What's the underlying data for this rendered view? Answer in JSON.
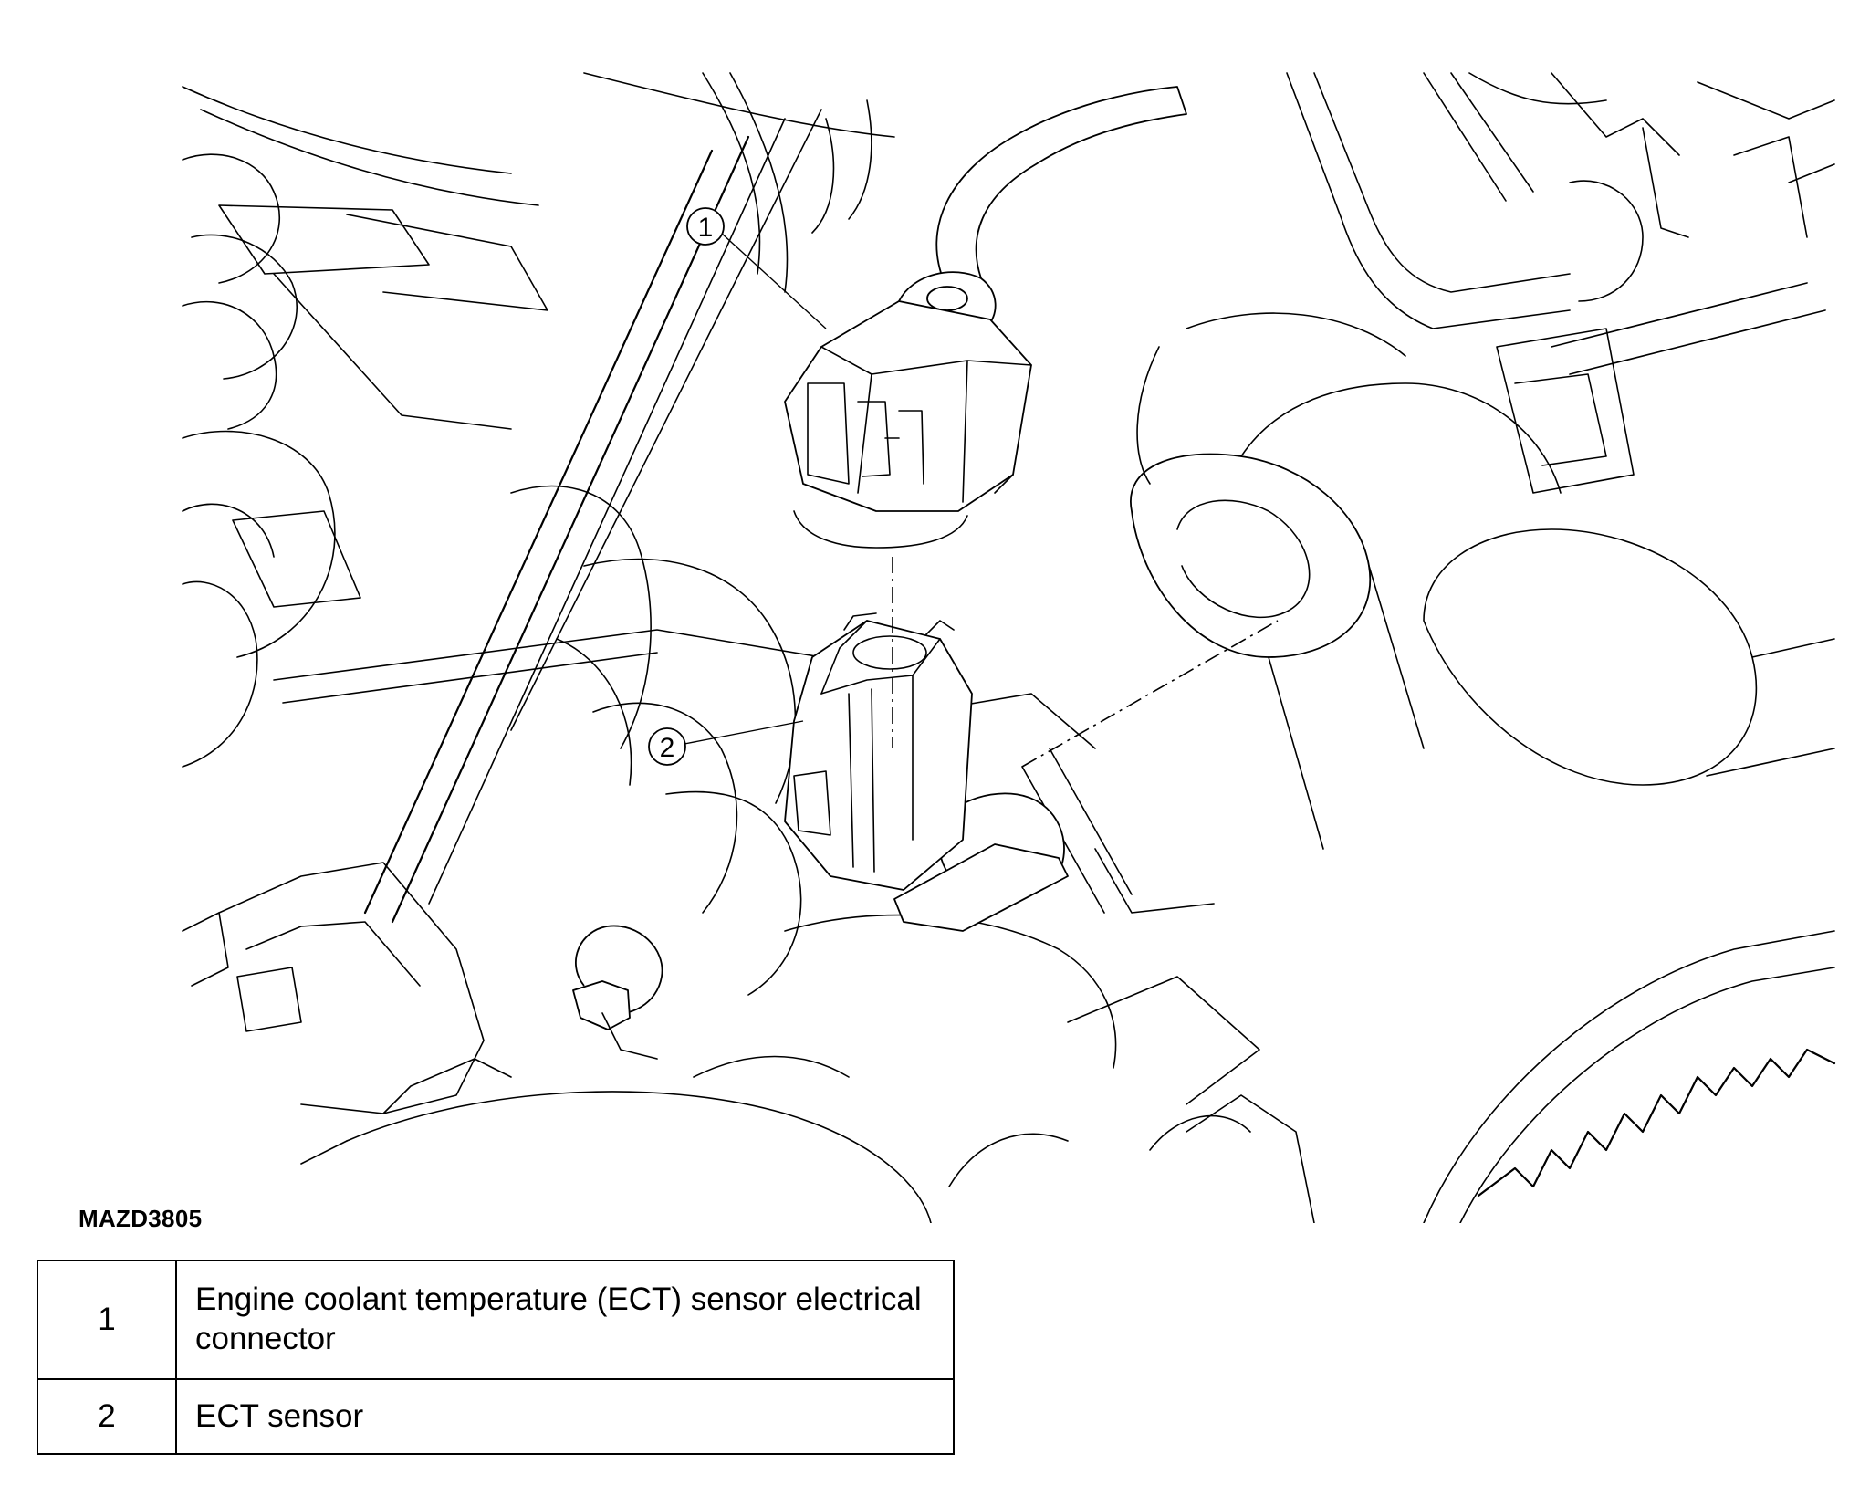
{
  "figure": {
    "id_label": "MAZD3805",
    "callouts": [
      {
        "number": "1",
        "target": "connector"
      },
      {
        "number": "2",
        "target": "sensor"
      }
    ]
  },
  "legend": {
    "rows": [
      {
        "number": "1",
        "description": "Engine coolant temperature (ECT) sensor electrical connector"
      },
      {
        "number": "2",
        "description": "ECT sensor"
      }
    ]
  }
}
